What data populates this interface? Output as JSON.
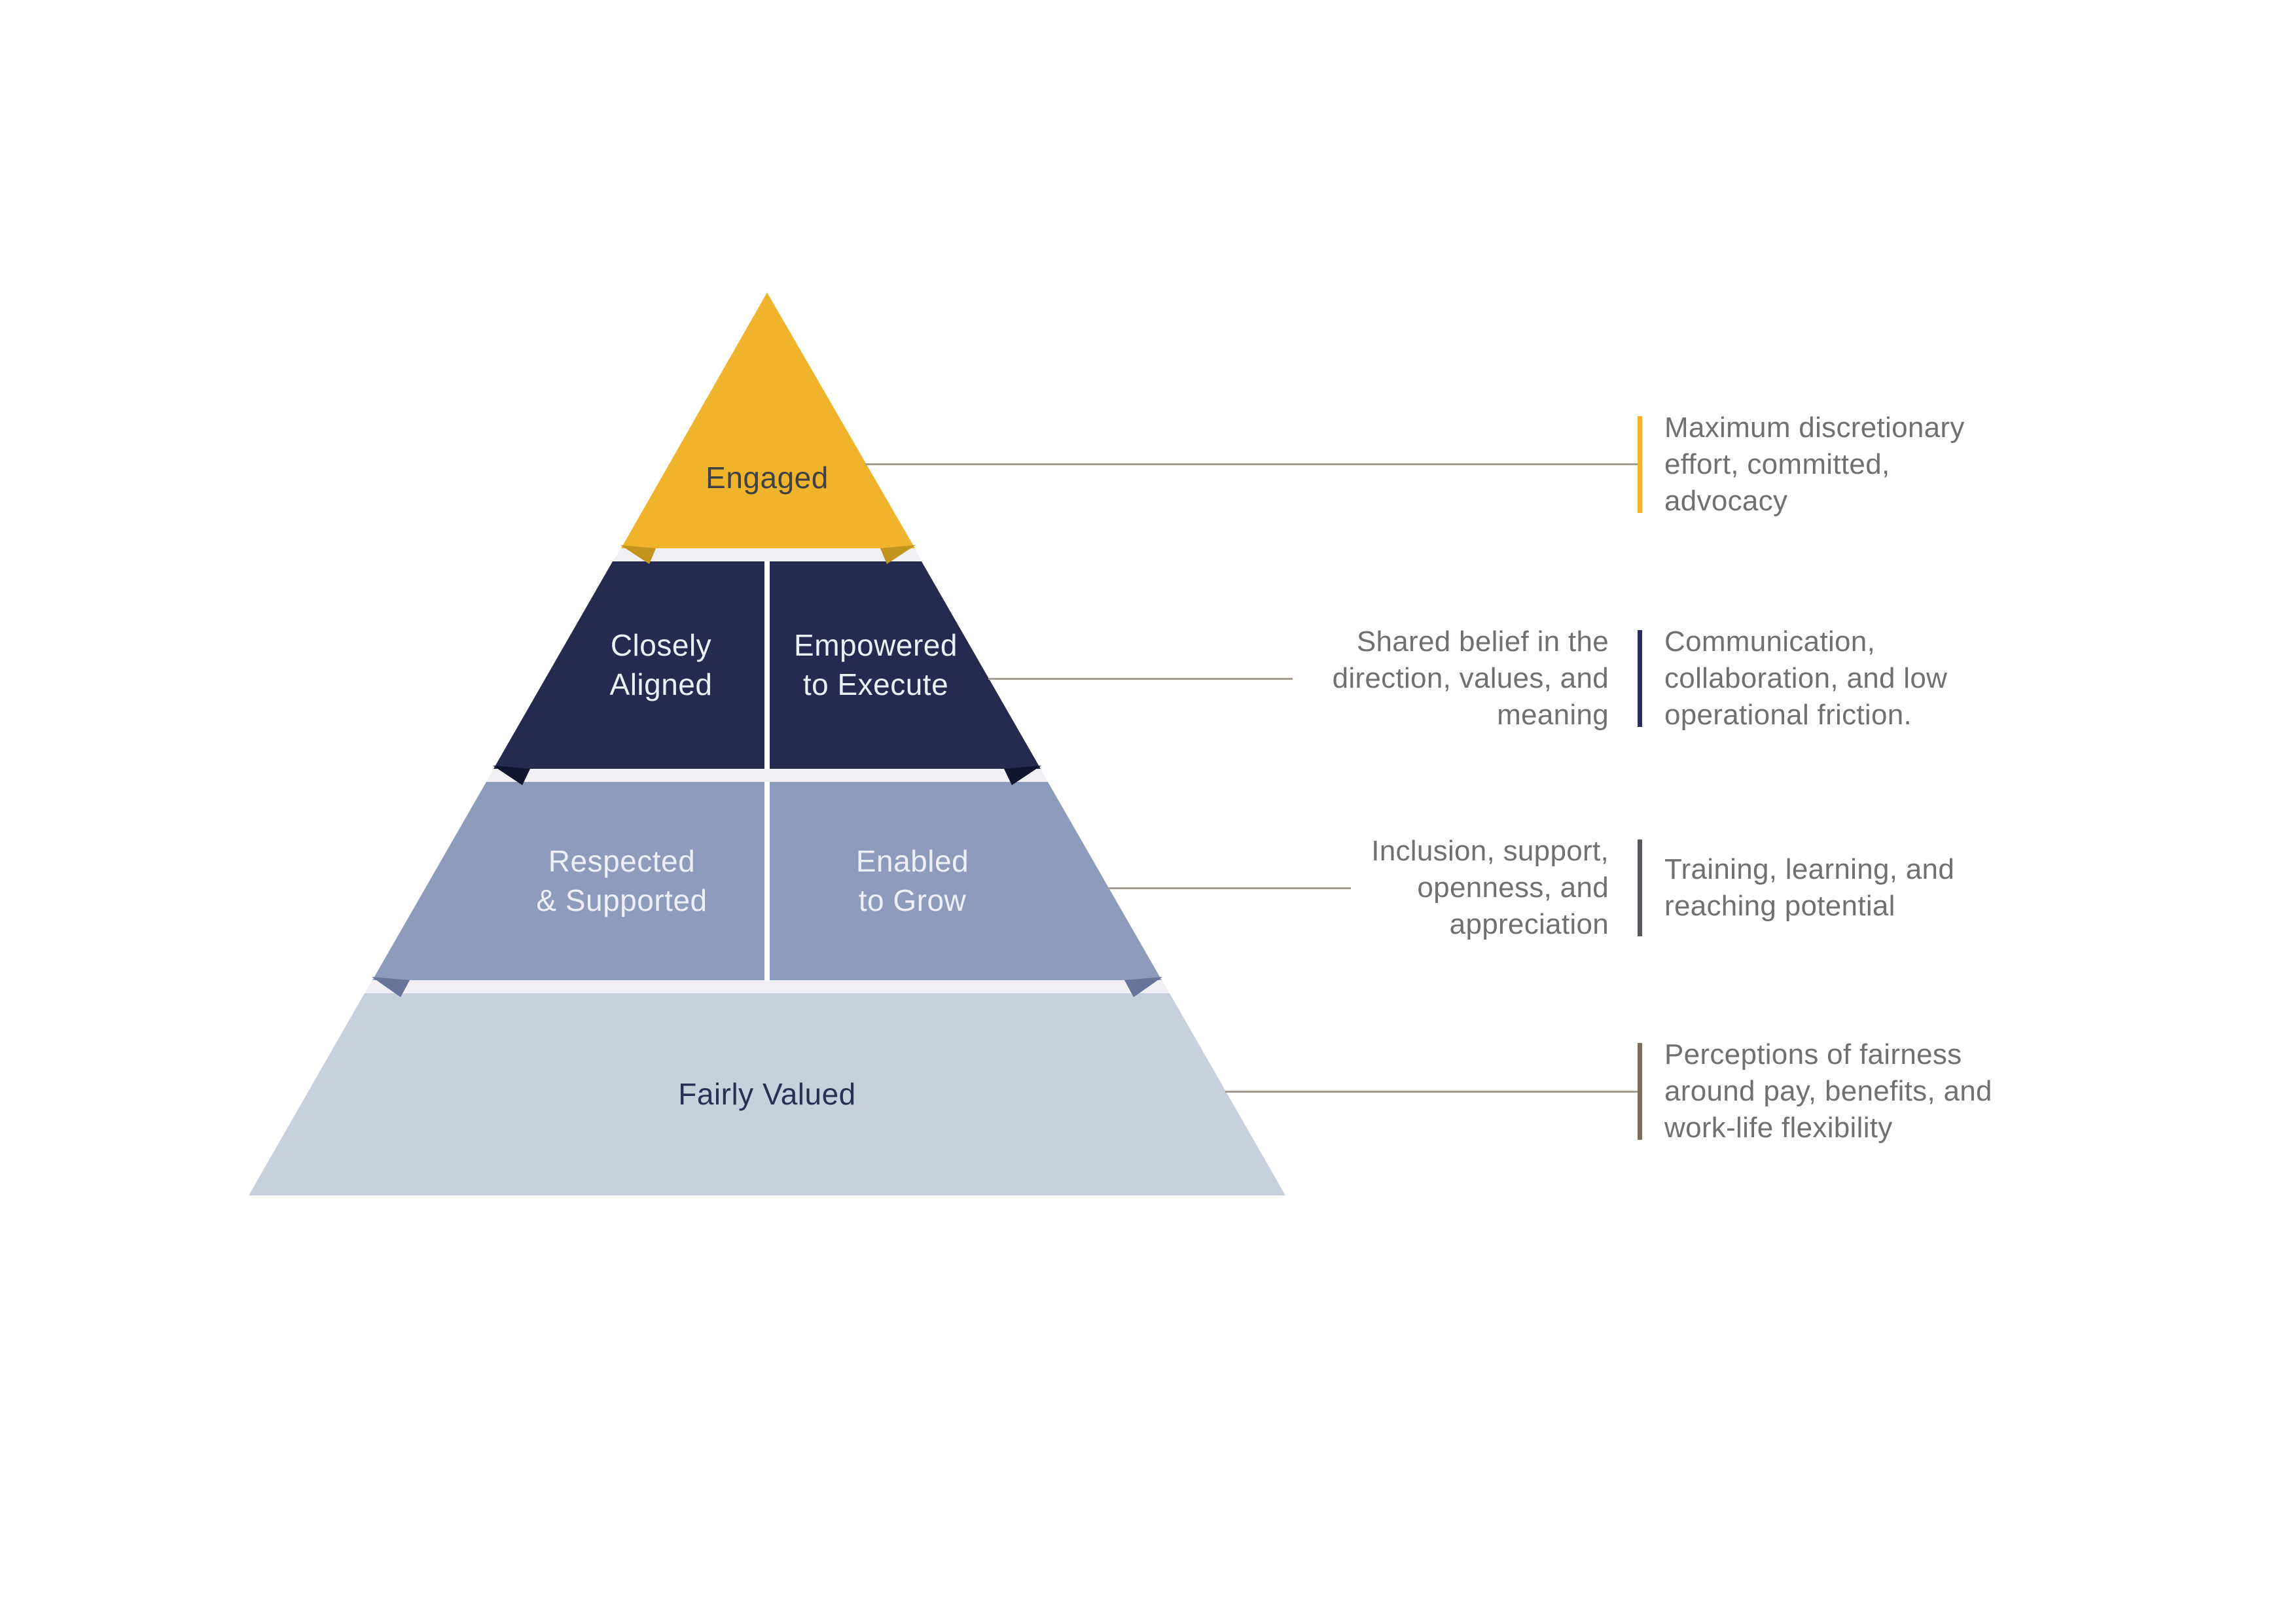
{
  "colors": {
    "gold": "#F0B32C",
    "gold_dark": "#C3951F",
    "navy": "#252A4E",
    "navy_dark": "#12152E",
    "slate": "#8E9CBC",
    "slate_dark": "#66749A",
    "light": "#C9D0DD",
    "gap": "#F0EFF4",
    "engaged_text": "#3F4145",
    "level_text": "#EDEFF6",
    "fairly_text": "#2A3053",
    "annotation_text": "#6F7072",
    "connector": "#A89C90"
  },
  "pyramid": {
    "levels": [
      {
        "name": "engaged",
        "label": "Engaged",
        "color": "#F0B32C"
      },
      {
        "name": "aligned-empowered",
        "left": "Closely\nAligned",
        "right": "Empowered\nto Execute",
        "color": "#252A4E"
      },
      {
        "name": "respected-enabled",
        "left": "Respected\n& Supported",
        "right": "Enabled\nto Grow",
        "color": "#8E9CBC"
      },
      {
        "name": "fairly-valued",
        "label": "Fairly Valued",
        "color": "#C9D0DD"
      }
    ]
  },
  "annotations": [
    {
      "left": "",
      "right": "Maximum discretionary\neffort, committed,\nadvocacy",
      "bar_color": "#F5B32B"
    },
    {
      "left": "Shared belief in the\ndirection, values, and\nmeaning",
      "right": "Communication,\ncollaboration, and low\noperational friction.",
      "bar_color": "#2B2D5B"
    },
    {
      "left": "Inclusion, support,\nopenness, and\nappreciation",
      "right": "Training, learning, and\nreaching potential",
      "bar_color": "#58595C"
    },
    {
      "left": "",
      "right": "Perceptions of fairness\naround pay, benefits, and\nwork-life flexibility",
      "bar_color": "#7D6E5C"
    }
  ]
}
